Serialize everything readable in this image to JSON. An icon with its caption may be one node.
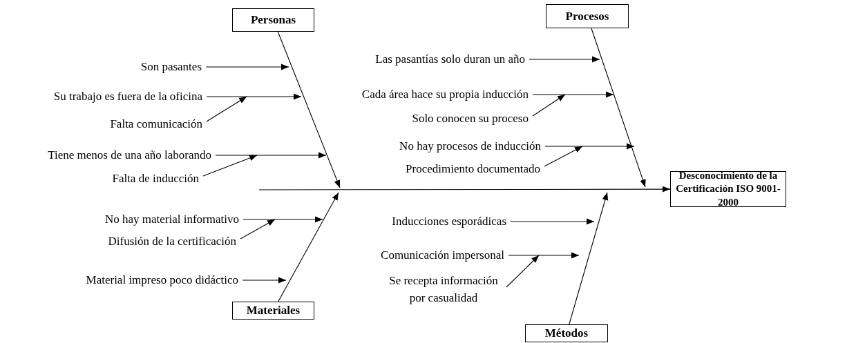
{
  "diagram": {
    "nodes": [
      {
        "text": [
          "Personas"
        ]
      },
      {
        "text": [
          "Procesos"
        ]
      },
      {
        "text": [
          "Materiales"
        ]
      },
      {
        "text": [
          "Métodos"
        ]
      },
      {
        "text": [
          "Desconocimiento de la Certificación ISO 9001-2000"
        ]
      },
      {
        "text": [
          "Son pasantes"
        ]
      },
      {
        "text": [
          "Su trabajo es fuera de la oficina"
        ]
      },
      {
        "text": [
          "Falta comunicación"
        ]
      },
      {
        "text": [
          "Tiene menos de una año laborando"
        ]
      },
      {
        "text": [
          "Falta de inducción"
        ]
      },
      {
        "text": [
          "Las pasantías solo duran un año"
        ]
      },
      {
        "text": [
          "Cada área hace su propia inducción"
        ]
      },
      {
        "text": [
          "Solo conocen su proceso"
        ]
      },
      {
        "text": [
          "No hay procesos de inducción"
        ]
      },
      {
        "text": [
          "Procedimiento documentado"
        ]
      },
      {
        "text": [
          "No hay material informativo"
        ]
      },
      {
        "text": [
          "Difusión de la certificación"
        ]
      },
      {
        "text": [
          "Material impreso poco didáctico"
        ]
      },
      {
        "text": [
          "Inducciones esporádicas"
        ]
      },
      {
        "text": [
          "Comunicación impersonal"
        ]
      },
      {
        "text": [
          "Se recepta información por casualidad"
        ]
      }
    ],
    "edges": [
      {
        "from": 0,
        "to": null,
        "arrow": "to"
      },
      {
        "from": 1,
        "to": null,
        "arrow": "to"
      },
      {
        "from": 2,
        "to": null,
        "arrow": "to"
      },
      {
        "from": 3,
        "to": null,
        "arrow": "to"
      },
      {
        "from": null,
        "to": 4,
        "arrow": "to"
      },
      {
        "from": 5,
        "to": null,
        "arrow": "to"
      },
      {
        "from": 6,
        "to": null,
        "arrow": "to"
      },
      {
        "from": 7,
        "to": null,
        "arrow": "to"
      },
      {
        "from": 8,
        "to": null,
        "arrow": "to"
      },
      {
        "from": 9,
        "to": null,
        "arrow": "to"
      },
      {
        "from": 10,
        "to": null,
        "arrow": "to"
      },
      {
        "from": 11,
        "to": null,
        "arrow": "to"
      },
      {
        "from": 12,
        "to": null,
        "arrow": "to"
      },
      {
        "from": 13,
        "to": null,
        "arrow": "to"
      },
      {
        "from": 14,
        "to": null,
        "arrow": "to"
      },
      {
        "from": 15,
        "to": null,
        "arrow": "to"
      },
      {
        "from": 16,
        "to": null,
        "arrow": "to"
      },
      {
        "from": 17,
        "to": null,
        "arrow": "to"
      },
      {
        "from": 18,
        "to": null,
        "arrow": "to"
      },
      {
        "from": 19,
        "to": null,
        "arrow": "to"
      },
      {
        "from": 20,
        "to": null,
        "arrow": "to"
      }
    ]
  }
}
